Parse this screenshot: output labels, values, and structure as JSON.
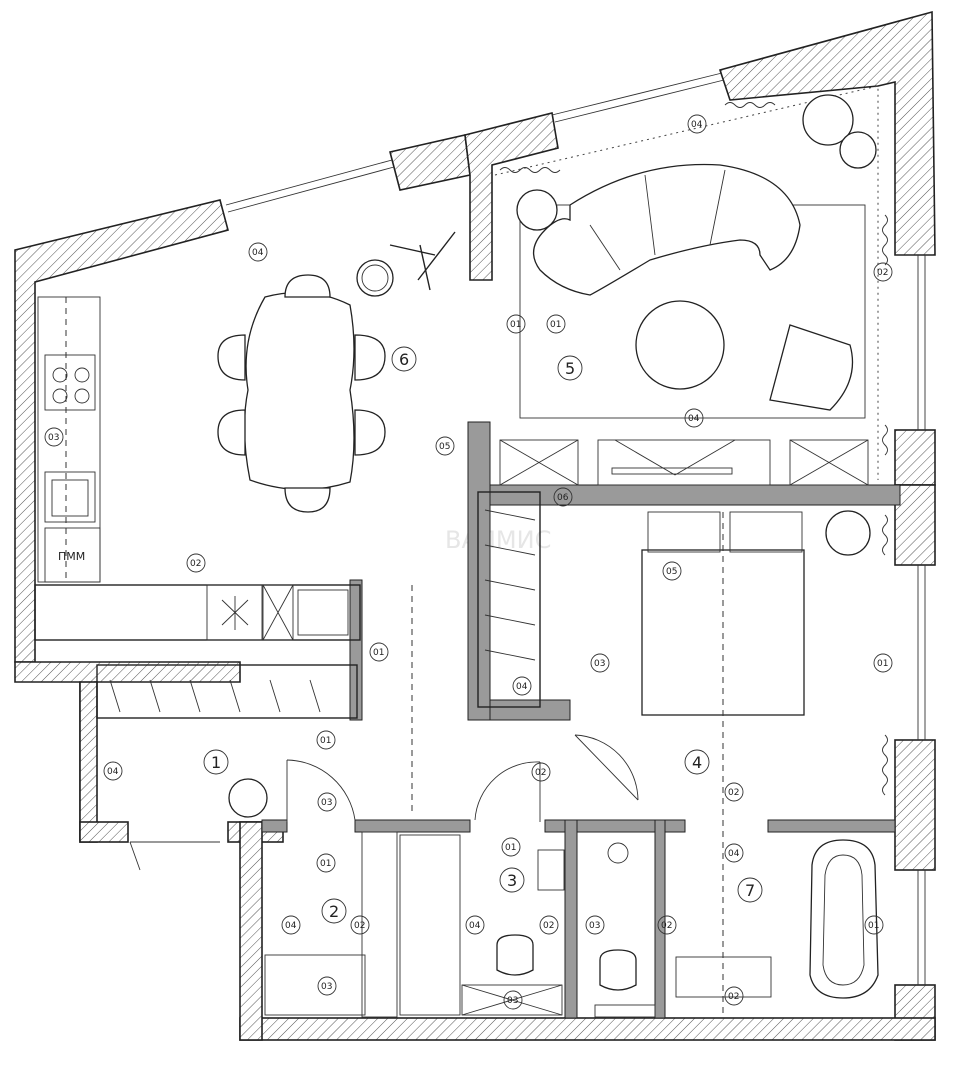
{
  "rooms": [
    {
      "number": "1"
    },
    {
      "number": "2"
    },
    {
      "number": "3"
    },
    {
      "number": "4"
    },
    {
      "number": "5"
    },
    {
      "number": "6"
    },
    {
      "number": "7"
    }
  ],
  "fixture_labels": {
    "dishwasher": "ПММ"
  },
  "watermark": "ВАЛМИС",
  "elevation_tags": [
    "01",
    "02",
    "03",
    "04",
    "05",
    "06"
  ]
}
